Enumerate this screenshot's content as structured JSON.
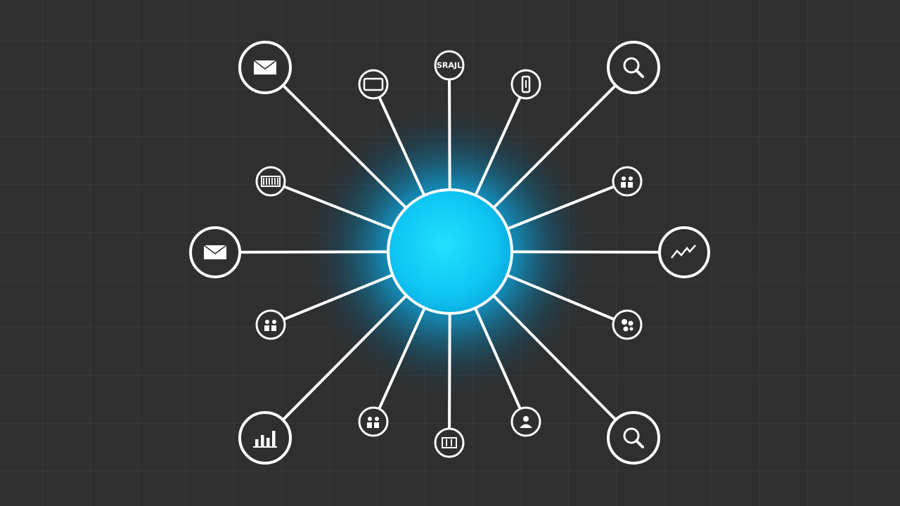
{
  "diagram": {
    "type": "hub-and-spoke",
    "background": "#2f2f2f",
    "grid_color": "#3a3a3a",
    "line_color": "#ffffff",
    "hub": {
      "fill": "#12c8f5",
      "glow": "#00b4ff"
    },
    "nodes": [
      {
        "id": "mail-top-left",
        "icon": "envelope-icon",
        "label": ""
      },
      {
        "id": "card-top",
        "icon": "card-icon",
        "label": ""
      },
      {
        "id": "text-top",
        "icon": "text-glyph-icon",
        "label": "SRAJL"
      },
      {
        "id": "phone-top",
        "icon": "phone-icon",
        "label": ""
      },
      {
        "id": "search-top-right",
        "icon": "magnifier-icon",
        "label": ""
      },
      {
        "id": "barcode-left",
        "icon": "barcode-icon",
        "label": ""
      },
      {
        "id": "people-right",
        "icon": "people-icon",
        "label": ""
      },
      {
        "id": "mail-left",
        "icon": "envelope-icon",
        "label": ""
      },
      {
        "id": "trend-right",
        "icon": "trend-line-icon",
        "label": ""
      },
      {
        "id": "group-left",
        "icon": "people-icon",
        "label": ""
      },
      {
        "id": "settings-right",
        "icon": "cluster-icon",
        "label": ""
      },
      {
        "id": "chart-bottom-left",
        "icon": "bar-chart-icon",
        "label": ""
      },
      {
        "id": "team-bottom",
        "icon": "people-icon",
        "label": ""
      },
      {
        "id": "doc-bottom",
        "icon": "document-icon",
        "label": ""
      },
      {
        "id": "user-bottom",
        "icon": "person-icon",
        "label": ""
      },
      {
        "id": "search-bottom-right",
        "icon": "magnifier-icon",
        "label": ""
      }
    ]
  }
}
